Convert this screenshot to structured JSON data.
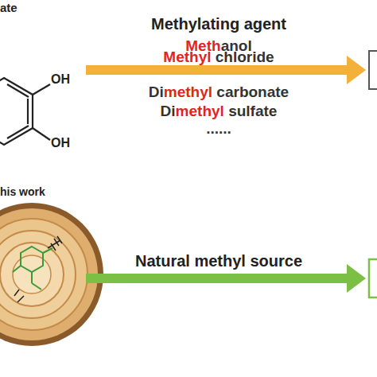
{
  "diagram": {
    "labels": [
      "ate",
      "OH",
      "OH",
      "Methylating agent",
      "Methanol",
      "Methyl chloride",
      "Dimethyl carbonate",
      "Dimethyl sulfate",
      "......",
      "his work",
      "Natural methyl source"
    ]
  }
}
